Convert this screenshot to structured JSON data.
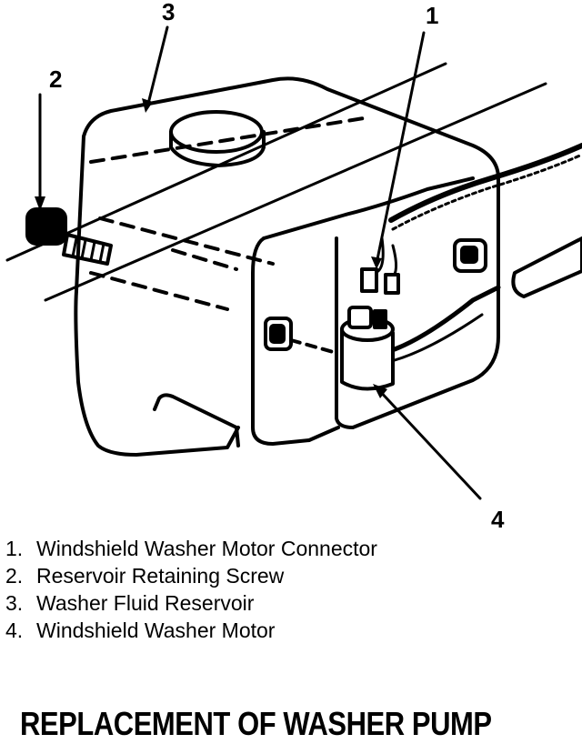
{
  "callouts": [
    {
      "id": "1",
      "label": "1"
    },
    {
      "id": "2",
      "label": "2"
    },
    {
      "id": "3",
      "label": "3"
    },
    {
      "id": "4",
      "label": "4"
    }
  ],
  "legend": [
    {
      "num": "1.",
      "text": "Windshield Washer Motor Connector"
    },
    {
      "num": "2.",
      "text": "Reservoir Retaining Screw"
    },
    {
      "num": "3.",
      "text": "Washer Fluid Reservoir"
    },
    {
      "num": "4.",
      "text": "Windshield Washer Motor"
    }
  ],
  "caption": "REPLACEMENT OF WASHER PUMP"
}
